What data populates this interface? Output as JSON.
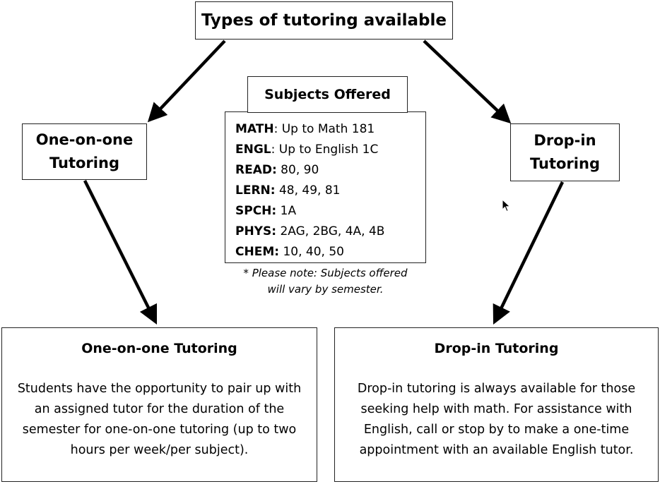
{
  "title": "Types of tutoring available",
  "left_option": {
    "line1": "One-on-one",
    "line2": "Tutoring"
  },
  "right_option": {
    "line1": "Drop-in",
    "line2": "Tutoring"
  },
  "subjects": {
    "header": "Subjects Offered",
    "items": [
      {
        "code": "MATH",
        "sep": ":",
        "detail": " Up to Math 181"
      },
      {
        "code": "ENGL",
        "sep": ":",
        "detail": " Up to English 1C"
      },
      {
        "code": "READ:",
        "sep": "",
        "detail": " 80, 90"
      },
      {
        "code": "LERN:",
        "sep": "",
        "detail": " 48, 49, 81"
      },
      {
        "code": "SPCH:",
        "sep": "",
        "detail": " 1A"
      },
      {
        "code": "PHYS:",
        "sep": "",
        "detail": " 2AG, 2BG, 4A, 4B"
      },
      {
        "code": "CHEM:",
        "sep": "",
        "detail": " 10, 40, 50"
      }
    ],
    "note_line1": "* Please note: Subjects offered",
    "note_line2": "will vary by semester."
  },
  "one_on_one": {
    "heading": "One-on-one Tutoring",
    "body": "Students have the opportunity to pair up with an assigned tutor for the duration of the semester for one-on-one tutoring (up to two hours per week/per subject)."
  },
  "drop_in": {
    "heading": "Drop-in Tutoring",
    "body": "Drop-in tutoring is always available for those seeking help with math. For assistance with English, call or stop by to make a one-time appointment with an available English tutor."
  },
  "colors": {
    "line": "#000000",
    "border": "#222222",
    "background": "#ffffff"
  }
}
